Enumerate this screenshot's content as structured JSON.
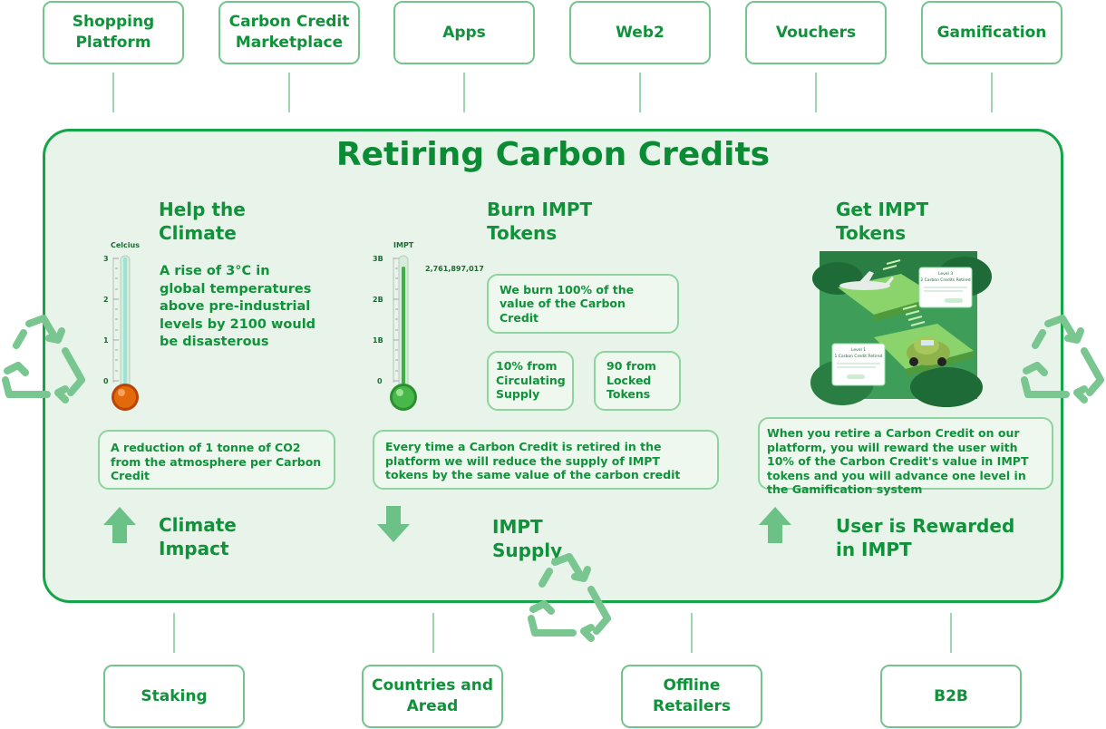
{
  "top_categories": [
    "Shopping Platform",
    "Carbon Credit Marketplace",
    "Apps",
    "Web2",
    "Vouchers",
    "Gamification"
  ],
  "bottom_categories": [
    "Staking",
    "Countries and Aread",
    "Offline Retailers",
    "B2B"
  ],
  "main": {
    "title": "Retiring Carbon Credits",
    "col1": {
      "heading": "Help the Climate",
      "thermo_label": "Celcius",
      "ticks": [
        "3",
        "2",
        "1",
        "0"
      ],
      "text": "A rise of 3°C in global temperatures above pre-industrial levels by 2100 would be disasterous",
      "card": "A reduction of 1 tonne of CO2 from the atmosphere per Carbon Credit",
      "footer": "Climate Impact"
    },
    "col2": {
      "heading": "Burn IMPT Tokens",
      "thermo_label": "IMPT",
      "ticks": [
        "3B",
        "2B",
        "1B",
        "0"
      ],
      "readout": "2,761,897,017",
      "card_burn": "We burn 100% of the value of the Carbon Credit",
      "card_circ": "10% from Circulating Supply",
      "card_locked": "90 from Locked Tokens",
      "card_info": "Every time a Carbon Credit is retired in the platform we will reduce the supply of IMPT tokens by the same value of the carbon credit",
      "footer": "IMPT Supply"
    },
    "col3": {
      "heading": "Get IMPT Tokens",
      "card1_level": "Level 3",
      "card1_title": "2 Carbon Credits Retired",
      "card2_level": "Level 1",
      "card2_title": "1 Carbon Credit Retired",
      "card": "When you retire a Carbon Credit on our platform, you will reward the user with 10% of the Carbon Credit's value in IMPT tokens and you will advance one level in the Gamification system",
      "footer": "User is Rewarded in IMPT"
    }
  },
  "colors": {
    "brand": "#10923a",
    "border": "#16a449",
    "panel_bg": "#e8f4e9",
    "light": "#8ed3a0"
  },
  "icons": [
    "recycle-icon",
    "arrow-up-icon",
    "arrow-down-icon",
    "thermometer-icon"
  ]
}
